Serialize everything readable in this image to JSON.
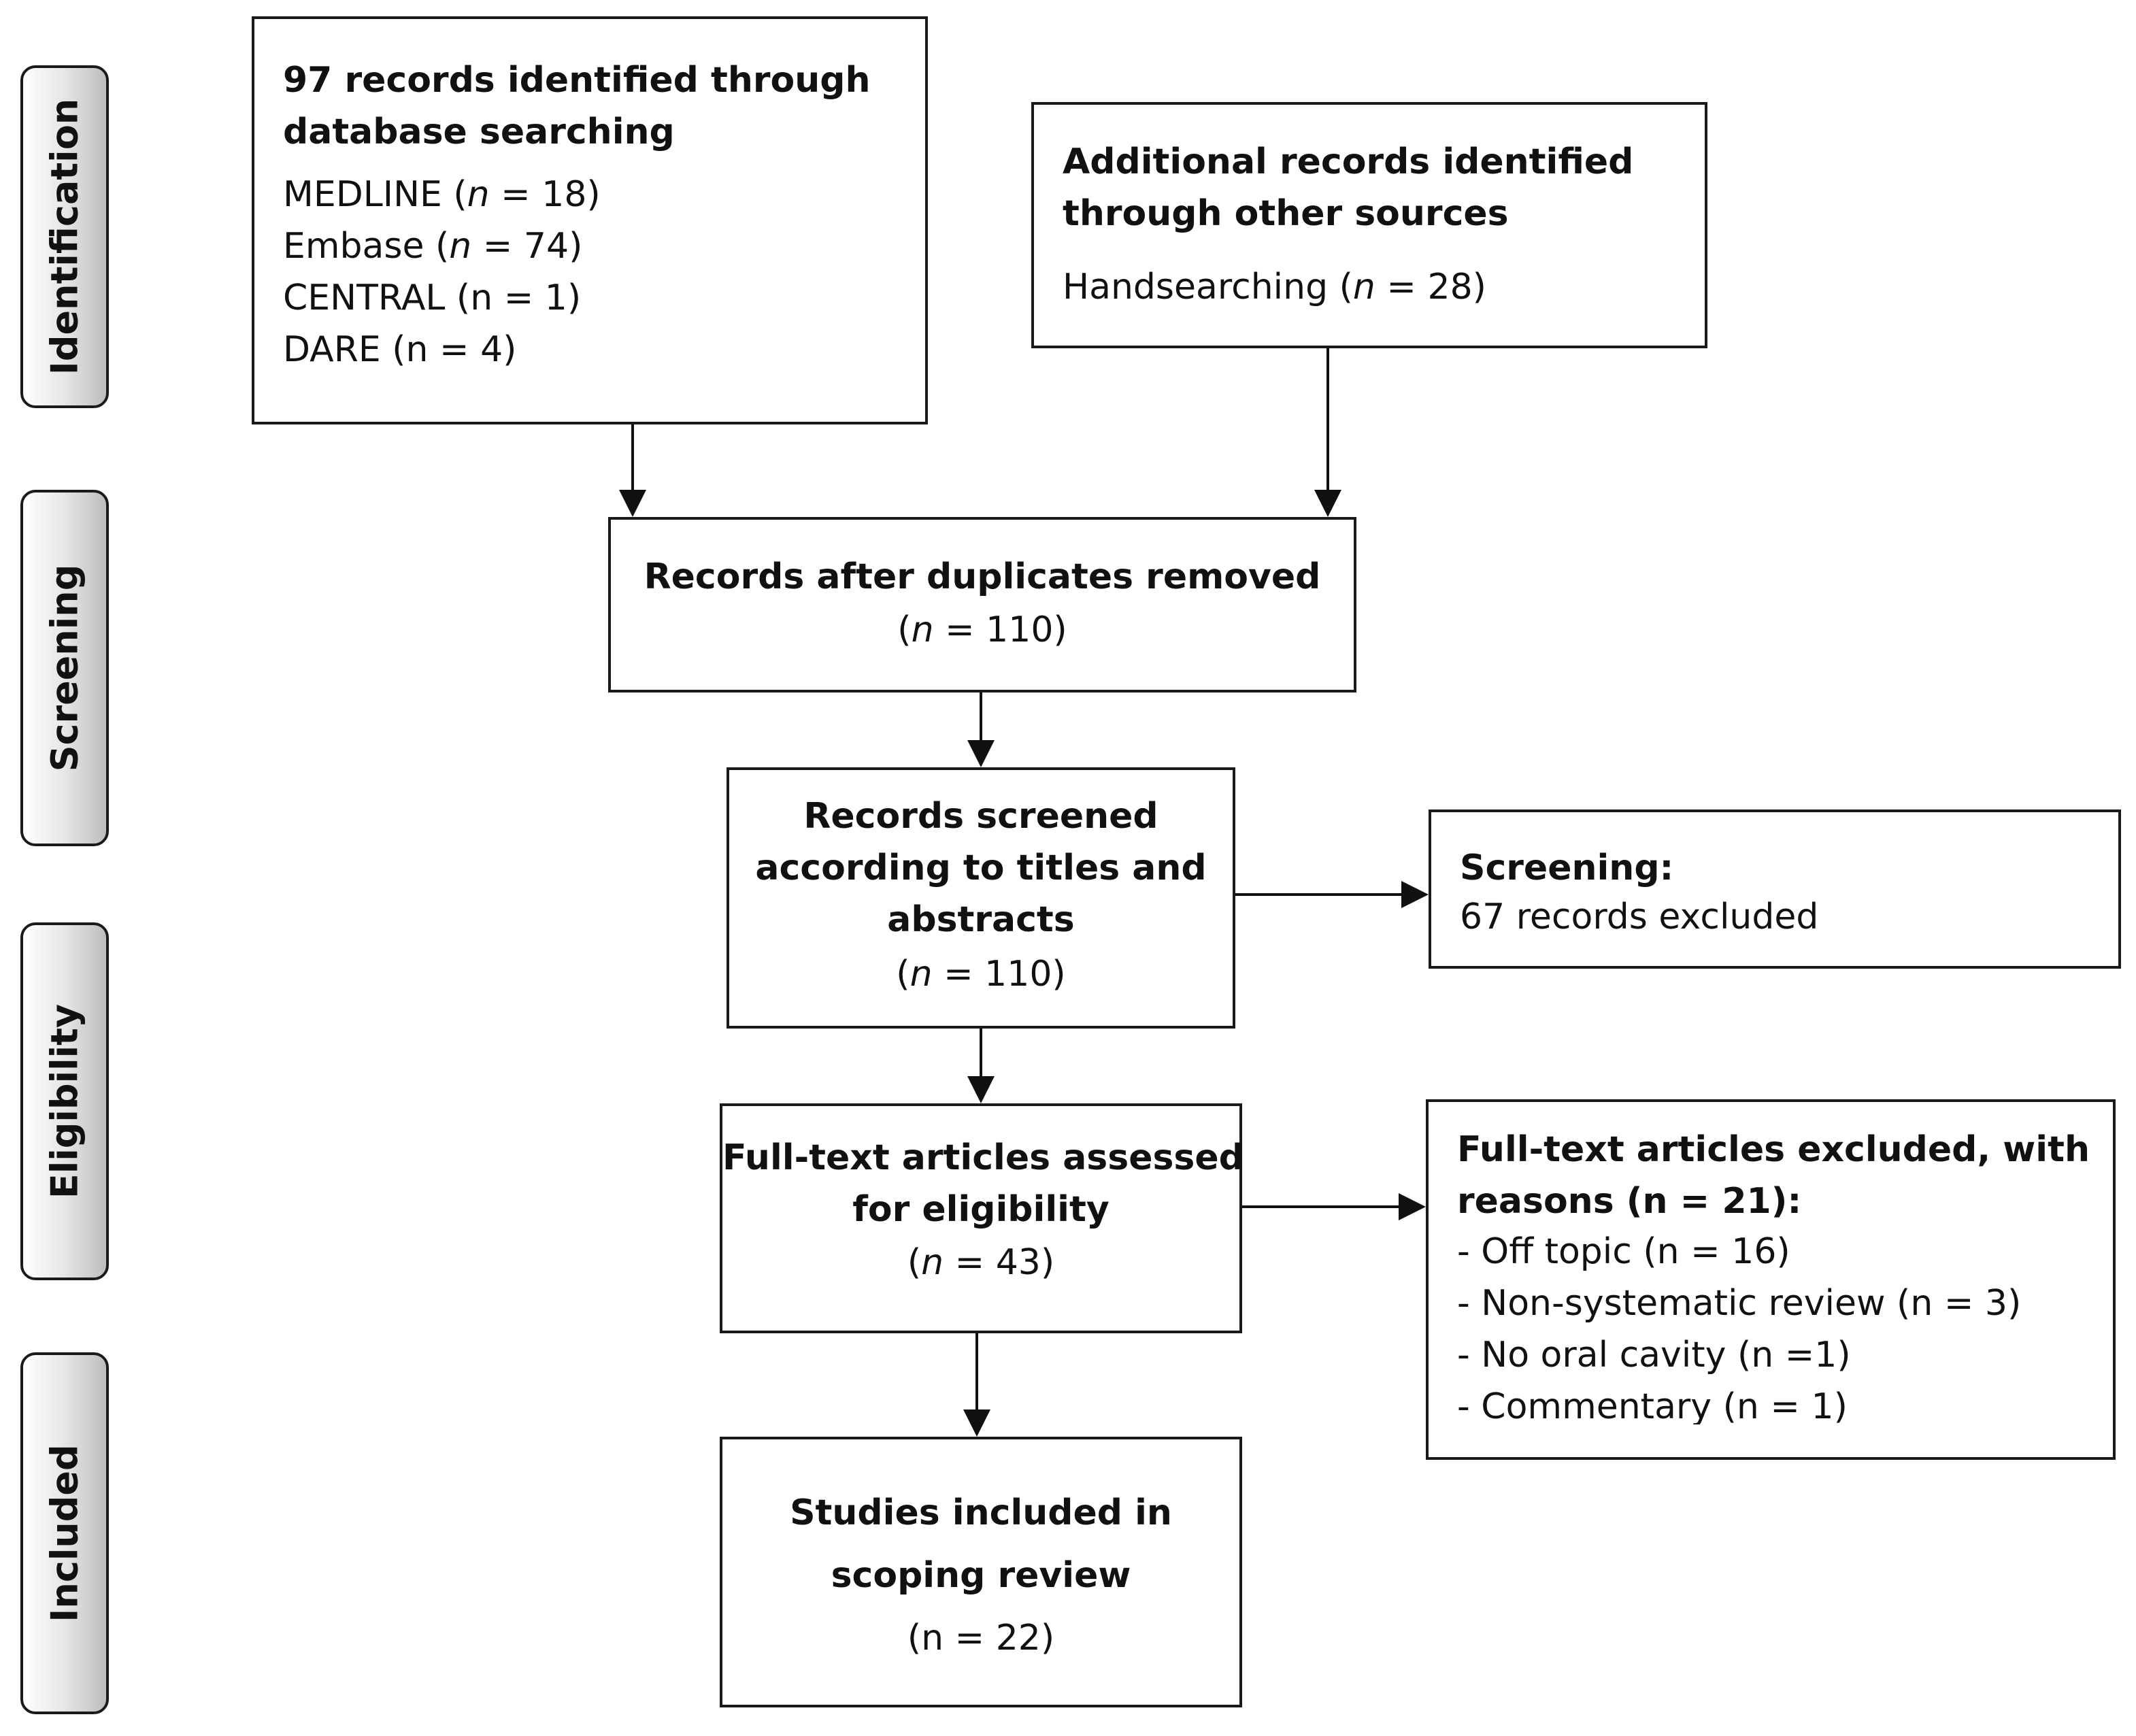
{
  "phases": {
    "identification": "Identification",
    "screening": "Screening",
    "eligibility": "Eligibility",
    "included": "Included"
  },
  "boxes": {
    "database": {
      "title_line1": "97 records identified through",
      "title_line2": "database searching",
      "sources": [
        {
          "name": "MEDLINE (",
          "n": "n",
          "value": " = 18)"
        },
        {
          "name": "Embase (",
          "n": "n",
          "value": " = 74)"
        },
        {
          "name": "CENTRAL (n = 1)",
          "n": "",
          "value": ""
        },
        {
          "name": "DARE (n = 4)",
          "n": "",
          "value": ""
        }
      ]
    },
    "other_sources": {
      "title_line1": "Additional records identified",
      "title_line2": "through other sources",
      "item_prefix": "Handsearching (",
      "item_n": "n",
      "item_suffix": " = 28)"
    },
    "duplicates_removed": {
      "title": "Records after duplicates removed",
      "count_prefix": "(",
      "count_n": "n",
      "count_suffix": " = 110)"
    },
    "screened": {
      "line1": "Records screened",
      "line2": "according to titles and",
      "line3": "abstracts",
      "count_prefix": "(",
      "count_n": "n",
      "count_suffix": " = 110)"
    },
    "screening_excluded": {
      "title": "Screening:",
      "text": "67 records excluded"
    },
    "full_text": {
      "line1": "Full-text articles assessed",
      "line2": "for eligibility",
      "count_prefix": "(",
      "count_n": "n",
      "count_suffix": " = 43)"
    },
    "full_text_excluded": {
      "title_line1": "Full-text articles excluded, with",
      "title_line2": "reasons (n = 21):",
      "reasons": [
        "- Off topic (n = 16)",
        "- Non-systematic review (n = 3)",
        "- No oral cavity (n =1)",
        "- Commentary (n = 1)"
      ]
    },
    "included": {
      "line1": "Studies included in",
      "line2": "scoping review",
      "count": "(n = 22)"
    }
  }
}
